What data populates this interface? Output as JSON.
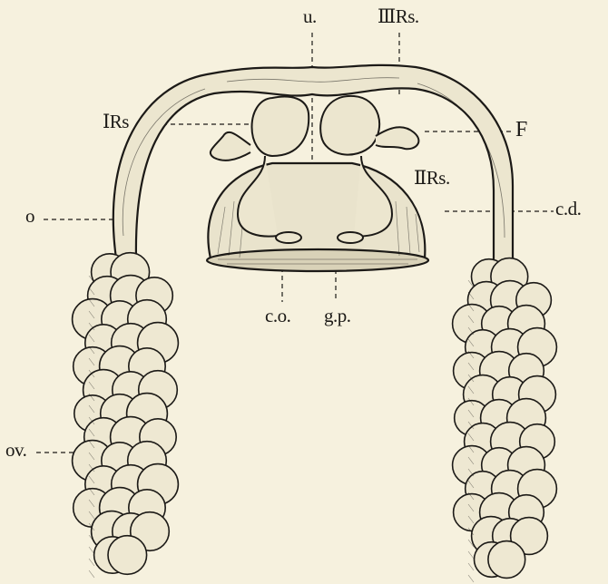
{
  "figure": {
    "labels": {
      "u": "u.",
      "iiiRs": "ⅢRs.",
      "iRs": "ⅠRs",
      "F": "F",
      "iiRs": "ⅡRs.",
      "o": "o",
      "cd": "c.d.",
      "co": "c.o.",
      "gp": "g.p.",
      "ov": "ov."
    },
    "colors": {
      "paper": "#f6f1de",
      "ink": "#1c1a17",
      "body_fill": "#e9e3cc",
      "egg_fill": "#eee8d2"
    }
  }
}
